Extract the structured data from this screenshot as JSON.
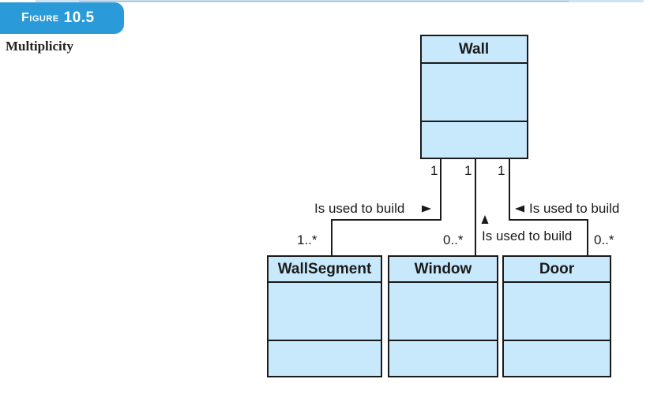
{
  "figure": {
    "label_word": "Figure",
    "label_number": "10.5",
    "caption": "Multiplicity"
  },
  "classes": {
    "wall": "Wall",
    "wallsegment": "WallSegment",
    "window": "Window",
    "door": "Door"
  },
  "multiplicities": {
    "wall_left": "1",
    "wall_mid": "1",
    "wall_right": "1",
    "wallsegment": "1..*",
    "window": "0..*",
    "door": "0..*"
  },
  "associations": {
    "left_label": "Is used to build",
    "mid_label": "Is used to build",
    "right_label": "Is used to build"
  },
  "colors": {
    "box_fill": "#c8e8fb",
    "box_stroke": "#1a1a1a",
    "tab_fill": "#2b9ad9",
    "tab_text": "#ffffff"
  }
}
